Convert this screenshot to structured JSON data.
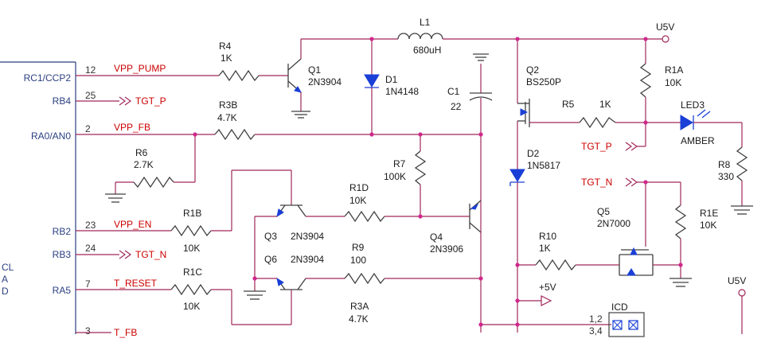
{
  "mcu": {
    "pins": [
      {
        "num": "12",
        "name": "RC1/CCP2"
      },
      {
        "num": "25",
        "name": "RB4"
      },
      {
        "num": "2",
        "name": "RA0/AN0"
      },
      {
        "num": "23",
        "name": "RB2"
      },
      {
        "num": "24",
        "name": "RB3"
      },
      {
        "num": "7",
        "name": "RA5"
      },
      {
        "num": "3",
        "name": ""
      }
    ],
    "partial_left": [
      "CL",
      "A",
      "D"
    ]
  },
  "nets": {
    "vpp_pump": "VPP_PUMP",
    "tgt_p_left": "TGT_P",
    "vpp_fb": "VPP_FB",
    "vpp_en": "VPP_EN",
    "tgt_n_left": "TGT_N",
    "t_reset": "T_RESET",
    "t_fb": "T_FB",
    "tgt_p_right": "TGT_P",
    "tgt_n_right": "TGT_N",
    "plus5v": "+5V",
    "u5v_top": "U5V",
    "u5v_right": "U5V"
  },
  "components": {
    "L1": {
      "ref": "L1",
      "value": "680uH"
    },
    "R4": {
      "ref": "R4",
      "value": "1K"
    },
    "Q1": {
      "ref": "Q1",
      "value": "2N3904"
    },
    "D1": {
      "ref": "D1",
      "value": "1N4148"
    },
    "C1": {
      "ref": "C1",
      "value": "22"
    },
    "Q2": {
      "ref": "Q2",
      "value": "BS250P"
    },
    "R1A": {
      "ref": "R1A",
      "value": "10K"
    },
    "R5": {
      "ref": "R5",
      "value": "1K"
    },
    "LED3": {
      "ref": "LED3",
      "value": "AMBER"
    },
    "R3B": {
      "ref": "R3B",
      "value": "4.7K"
    },
    "R6": {
      "ref": "R6",
      "value": "2.7K"
    },
    "R7": {
      "ref": "R7",
      "value": "100K"
    },
    "D2": {
      "ref": "D2",
      "value": "1N5817"
    },
    "R8": {
      "ref": "R8",
      "value": "330"
    },
    "R1D": {
      "ref": "R1D",
      "value": "10K"
    },
    "R1B": {
      "ref": "R1B",
      "value": "10K"
    },
    "Q3": {
      "ref": "Q3",
      "value": "2N3904"
    },
    "Q4": {
      "ref": "Q4",
      "value": "2N3906"
    },
    "Q6": {
      "ref": "Q6",
      "value": "2N3904"
    },
    "R9": {
      "ref": "R9",
      "value": "100"
    },
    "R1C": {
      "ref": "R1C",
      "value": "10K"
    },
    "R10": {
      "ref": "R10",
      "value": "1K"
    },
    "Q5": {
      "ref": "Q5",
      "value": "2N7000"
    },
    "R1E": {
      "ref": "R1E",
      "value": "10K"
    },
    "R3A": {
      "ref": "R3A",
      "value": "4.7K"
    }
  },
  "icd": {
    "label": "ICD",
    "pins_a": "1,2",
    "pins_b": "3,4"
  },
  "colors": {
    "wire": "#a0285a",
    "net_label": "#cc0000",
    "pin_label": "#2a3f80",
    "blue_symbol": "#1a3fd6"
  }
}
